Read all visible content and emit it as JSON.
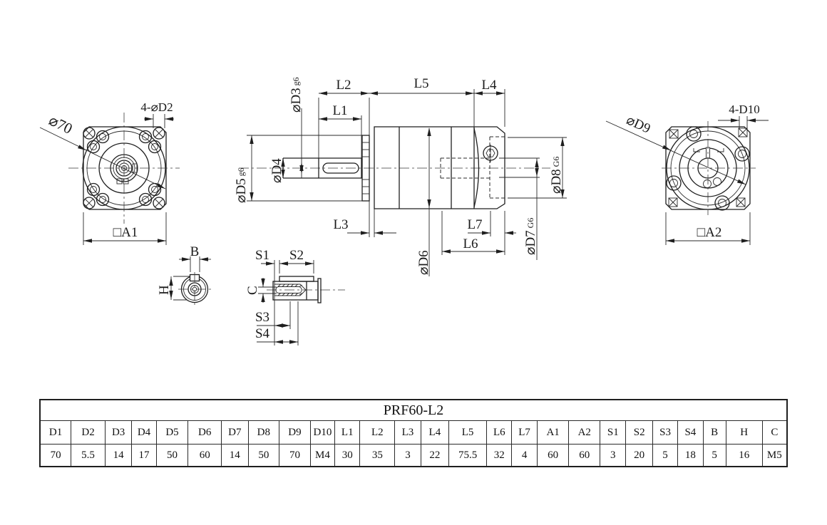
{
  "table": {
    "title": "PRF60-L2",
    "headers": [
      "D1",
      "D2",
      "D3",
      "D4",
      "D5",
      "D6",
      "D7",
      "D8",
      "D9",
      "D10",
      "L1",
      "L2",
      "L3",
      "L4",
      "L5",
      "L6",
      "L7",
      "A1",
      "A2",
      "S1",
      "S2",
      "S3",
      "S4",
      "B",
      "H",
      "C"
    ],
    "values": [
      "70",
      "5.5",
      "14",
      "17",
      "50",
      "60",
      "14",
      "50",
      "70",
      "M4",
      "30",
      "35",
      "3",
      "22",
      "75.5",
      "32",
      "4",
      "60",
      "60",
      "3",
      "20",
      "5",
      "18",
      "5",
      "16",
      "M5"
    ]
  },
  "views": {
    "front": {
      "diameter_label": "⌀70",
      "holes_label": "4-⌀D2",
      "square_label": "□A1"
    },
    "side": {
      "l1": "L1",
      "l2": "L2",
      "l3": "L3",
      "l4": "L4",
      "l5": "L5",
      "l6": "L6",
      "l7": "L7",
      "d3": "⌀D3",
      "d3_fit": "g6",
      "d4": "⌀D4",
      "d5": "⌀D5",
      "d5_fit": "g6",
      "d6": "⌀D6",
      "d7": "⌀D7",
      "d7_fit": "G6",
      "d8": "⌀D8",
      "d8_fit": "G6"
    },
    "rear": {
      "diameter_label": "⌀D9",
      "holes_label": "4-D10",
      "square_label": "□A2"
    },
    "shaft_end": {
      "key_width": "B",
      "key_height": "H"
    },
    "key_section": {
      "s1": "S1",
      "s2": "S2",
      "s3": "S3",
      "s4": "S4",
      "c": "C"
    }
  },
  "colors": {
    "line": "#1f1f1f",
    "background": "#ffffff"
  }
}
